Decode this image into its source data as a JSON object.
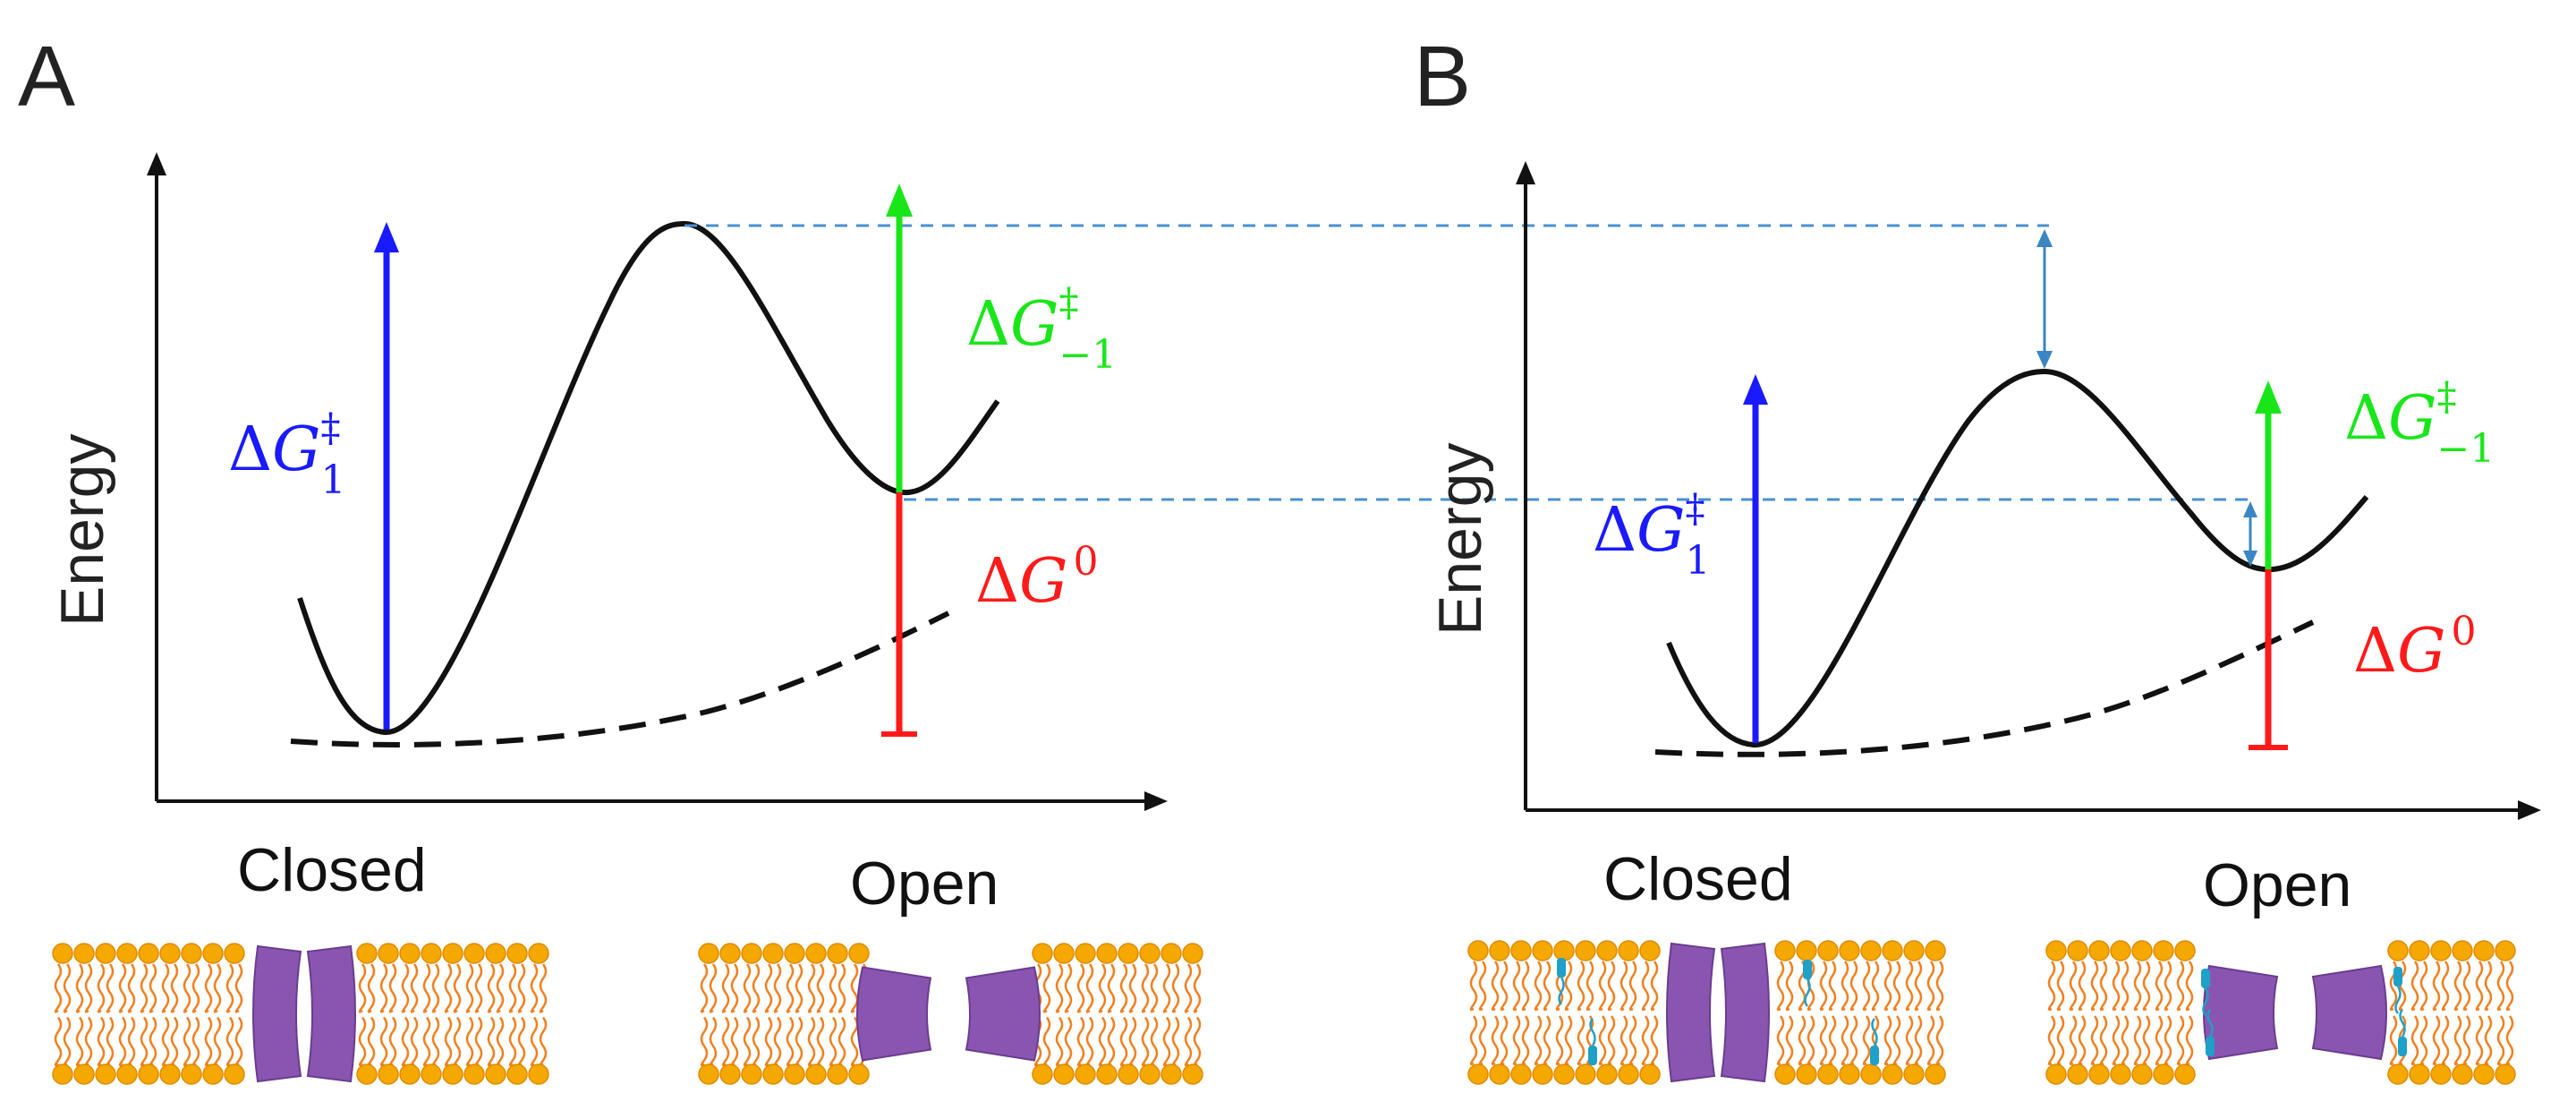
{
  "panels": [
    {
      "letter": "A",
      "y_axis_label": "Energy",
      "states": [
        "Closed",
        "Open"
      ],
      "labels": {
        "forward_barrier": {
          "delta": "Δ",
          "symbol": "G",
          "sup": "‡",
          "sub": "1"
        },
        "reverse_barrier": {
          "delta": "Δ",
          "symbol": "G",
          "sup": "‡",
          "sub": "−1"
        },
        "free_energy": {
          "delta": "Δ",
          "symbol": "G",
          "sup": "0"
        }
      }
    },
    {
      "letter": "B",
      "y_axis_label": "Energy",
      "states": [
        "Closed",
        "Open"
      ],
      "labels": {
        "forward_barrier": {
          "delta": "Δ",
          "symbol": "G",
          "sup": "‡",
          "sub": "1"
        },
        "reverse_barrier": {
          "delta": "Δ",
          "symbol": "G",
          "sup": "‡",
          "sub": "−1"
        },
        "free_energy": {
          "delta": "Δ",
          "symbol": "G",
          "sup": "0"
        }
      }
    }
  ],
  "colors": {
    "forward_barrier": "#1a1aff",
    "reverse_barrier": "#19e619",
    "free_energy": "#ff1a1a",
    "guide_lines": "#4a90d0",
    "lipid_head": "#f5a800",
    "lipid_tail": "#f08020",
    "protein": "#8a55b0",
    "additive": "#1ea0c8"
  }
}
